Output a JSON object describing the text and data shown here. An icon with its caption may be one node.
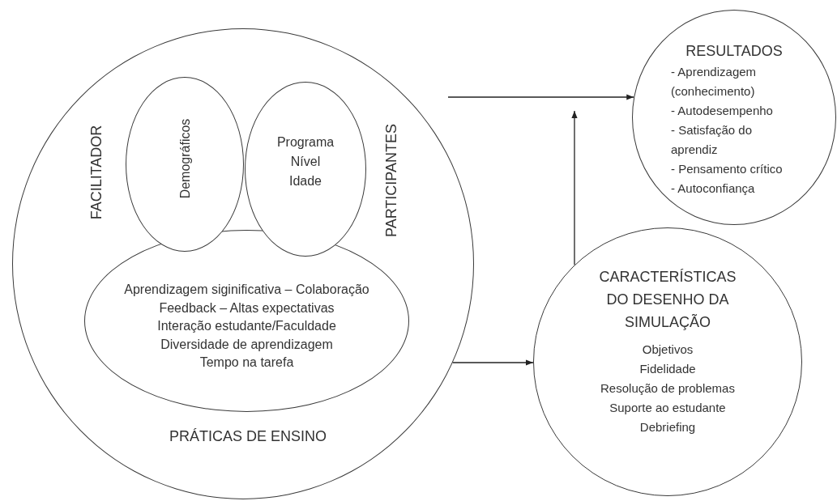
{
  "diagram": {
    "nodes": [
      {
        "text": [
          "FACILITADOR",
          "PARTICIPANTES",
          "PRÁTICAS DE ENSINO"
        ]
      },
      {
        "text": [
          "Demográficos"
        ],
        "in": 0
      },
      {
        "text": [
          "Programa",
          "Nível",
          "Idade"
        ],
        "in": 0
      },
      {
        "text": [
          "Aprendizagem siginificativa – Colaboração",
          "Feedback – Altas expectativas",
          "Interação estudante/Faculdade",
          "Diversidade de aprendizagem",
          "Tempo na tarefa"
        ],
        "in": 0
      },
      {
        "text": [
          "RESULTADOS",
          "- Aprendizagem (conhecimento)",
          "- Autodesempenho",
          "- Satisfação do aprendiz",
          "- Pensamento crítico",
          "- Autoconfiança"
        ]
      },
      {
        "text": [
          "CARACTERÍSTICAS DO DESENHO DA SIMULAÇÃO",
          "Objetivos",
          "Fidelidade",
          "Resolução de problemas",
          "Suporte ao estudante",
          "Debriefing"
        ]
      }
    ],
    "edges": [
      {
        "from": null,
        "to": 4,
        "arrow": "to"
      },
      {
        "from": 5,
        "to": null,
        "arrow": "to"
      },
      {
        "from": 0,
        "to": 5,
        "arrow": "to"
      }
    ]
  }
}
